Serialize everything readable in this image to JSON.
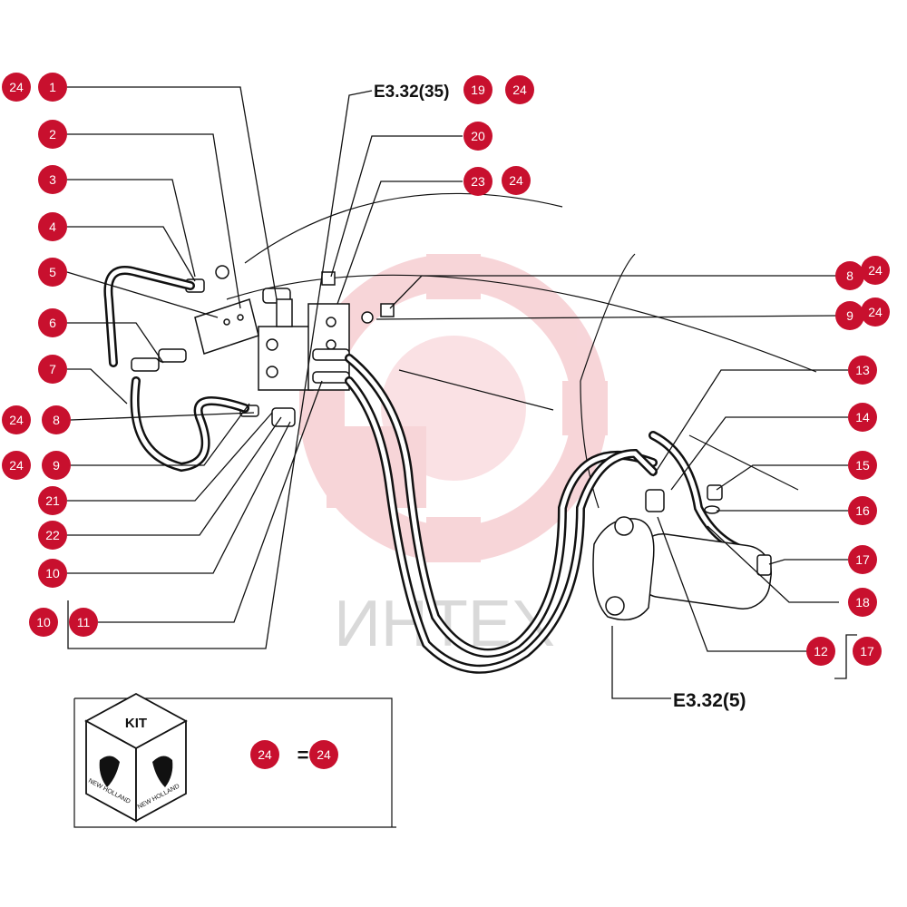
{
  "refs": {
    "top_ref": "E3.32(35)",
    "bottom_ref": "E3.32(5)"
  },
  "kit": {
    "label": "KIT",
    "brand": "NEW HOLLAND",
    "legend_left": "24",
    "legend_equals": "=",
    "legend_right": "24"
  },
  "watermark": {
    "text": "ИНТЕХ",
    "color": "#e8a0a8"
  },
  "colors": {
    "badge": "#c8102e",
    "line": "#111111"
  },
  "callouts": [
    {
      "label": "24"
    },
    {
      "label": "1"
    },
    {
      "label": "19"
    },
    {
      "label": "24"
    },
    {
      "label": "2"
    },
    {
      "label": "20"
    },
    {
      "label": "3"
    },
    {
      "label": "23"
    },
    {
      "label": "24"
    },
    {
      "label": "4"
    },
    {
      "label": "5"
    },
    {
      "label": "8"
    },
    {
      "label": "24"
    },
    {
      "label": "6"
    },
    {
      "label": "9"
    },
    {
      "label": "24"
    },
    {
      "label": "7"
    },
    {
      "label": "13"
    },
    {
      "label": "24"
    },
    {
      "label": "8"
    },
    {
      "label": "14"
    },
    {
      "label": "24"
    },
    {
      "label": "9"
    },
    {
      "label": "15"
    },
    {
      "label": "21"
    },
    {
      "label": "16"
    },
    {
      "label": "22"
    },
    {
      "label": "17"
    },
    {
      "label": "10"
    },
    {
      "label": "18"
    },
    {
      "label": "10"
    },
    {
      "label": "11"
    },
    {
      "label": "12"
    },
    {
      "label": "17"
    }
  ]
}
